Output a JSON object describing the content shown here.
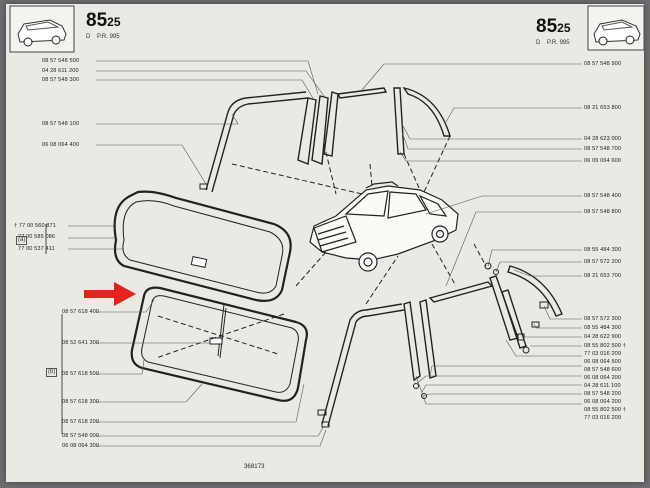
{
  "page": {
    "number_left_main": "85",
    "number_left_sub": "25",
    "suffix_left_a": "D",
    "suffix_left_b": "P.R. 995",
    "number_right_main": "85",
    "number_right_sub": "25",
    "suffix_right_a": "D",
    "suffix_right_b": "P.R. 995"
  },
  "left_labels": [
    "08 57 548 500",
    "04 28 611 200",
    "08 57 548 300",
    "08 57 548 100",
    "06 08 064 400",
    "† 77 00 560 871",
    "77 00 585 086",
    "77 00 537 411",
    "08 57 618 400",
    "08 52 641 300",
    "08 57 618 500",
    "08 57 618 300",
    "08 57 618 200",
    "08 57 548 000",
    "06 08 064 300"
  ],
  "right_labels": [
    "08 57 548 900",
    "08 21 653 800",
    "04 28 623 000",
    "08 57 548 700",
    "06 09 064 600",
    "08 57 548 400",
    "08 57 548 800",
    "08 55 484 300",
    "08 57 572 200",
    "08 21 653 700",
    "08 57 572 300",
    "08 55 484 300",
    "04 28 622 900",
    "08 55 802 500 †",
    "77 03 016 209",
    "06 08 064 500",
    "08 57 548 600",
    "06 08 064 200",
    "04 28 611 100",
    "08 57 548 200",
    "06 08 064 200",
    "08 55 802 500 †",
    "77 03 016 209"
  ],
  "box_labels": {
    "left_a": "(a)",
    "left_b": "(b)"
  },
  "footer_text": "368173"
}
